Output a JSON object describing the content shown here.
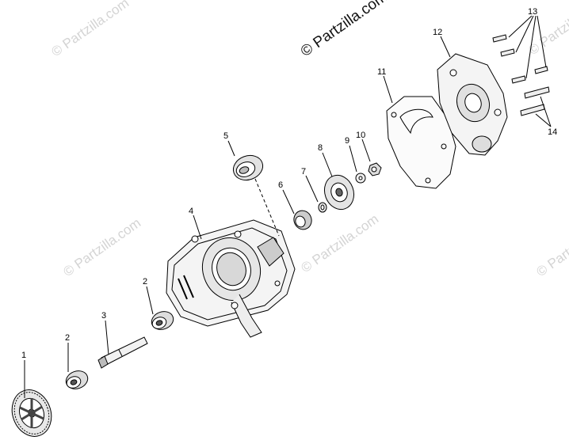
{
  "watermark": {
    "top_text": "© Partzilla.com",
    "faint_text": "© Partzilla.com"
  },
  "callouts": [
    {
      "id": "1",
      "label": "1"
    },
    {
      "id": "2a",
      "label": "2"
    },
    {
      "id": "2b",
      "label": "2"
    },
    {
      "id": "3",
      "label": "3"
    },
    {
      "id": "4",
      "label": "4"
    },
    {
      "id": "5",
      "label": "5"
    },
    {
      "id": "6",
      "label": "6"
    },
    {
      "id": "7",
      "label": "7"
    },
    {
      "id": "8",
      "label": "8"
    },
    {
      "id": "9",
      "label": "9"
    },
    {
      "id": "10",
      "label": "10"
    },
    {
      "id": "11",
      "label": "11"
    },
    {
      "id": "12",
      "label": "12"
    },
    {
      "id": "13",
      "label": "13"
    },
    {
      "id": "14",
      "label": "14"
    }
  ]
}
